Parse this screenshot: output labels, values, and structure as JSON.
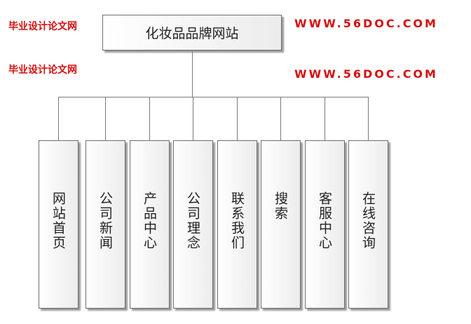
{
  "root": {
    "label": "化妆品品牌网站"
  },
  "children": [
    {
      "label": "网站首页"
    },
    {
      "label": "公司新闻"
    },
    {
      "label": "产品中心"
    },
    {
      "label": "公司理念"
    },
    {
      "label": "联系我们"
    },
    {
      "label": "搜索"
    },
    {
      "label": "客服中心"
    },
    {
      "label": "在线咨询"
    }
  ],
  "watermark": {
    "cn": "毕业设计论文网",
    "url": "WWW.56DOC.COM"
  }
}
